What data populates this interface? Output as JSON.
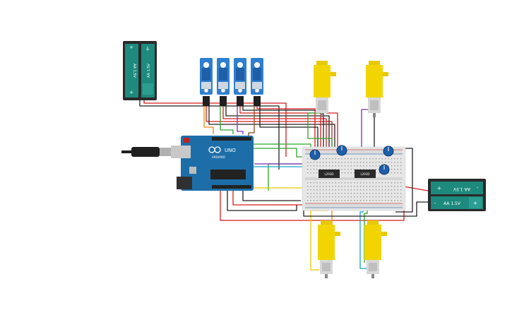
{
  "battery_packs": [
    {
      "cell_labels": [
        "AA 1.5V",
        "AA 1.5V"
      ],
      "plus": "+",
      "minus": "-"
    },
    {
      "cell_labels": [
        "AA 1.5V",
        "AA 1.5V"
      ],
      "plus": "+",
      "minus": "-"
    }
  ],
  "arduino": {
    "board_label": "UNO",
    "brand": "ARDUINO"
  },
  "driver_chips": [
    {
      "label": "L293D"
    },
    {
      "label": "L293D"
    }
  ],
  "colors": {
    "board": "#1d6ea8",
    "breadboard": "#e6e6e6",
    "motor_yellow": "#f2d500",
    "servo_blue": "#2f7fd0",
    "battery_teal": "#1e8a7e",
    "pot_blue": "#1d5fa8",
    "wire_red": "#d51c1c",
    "wire_black": "#202020",
    "wire_green": "#2aa52a",
    "wire_yellow": "#e8c800",
    "wire_purple": "#7a2fb0",
    "wire_orange": "#e88a10",
    "wire_cyan": "#1aa0c8",
    "wire_brown": "#8a4a1a"
  }
}
